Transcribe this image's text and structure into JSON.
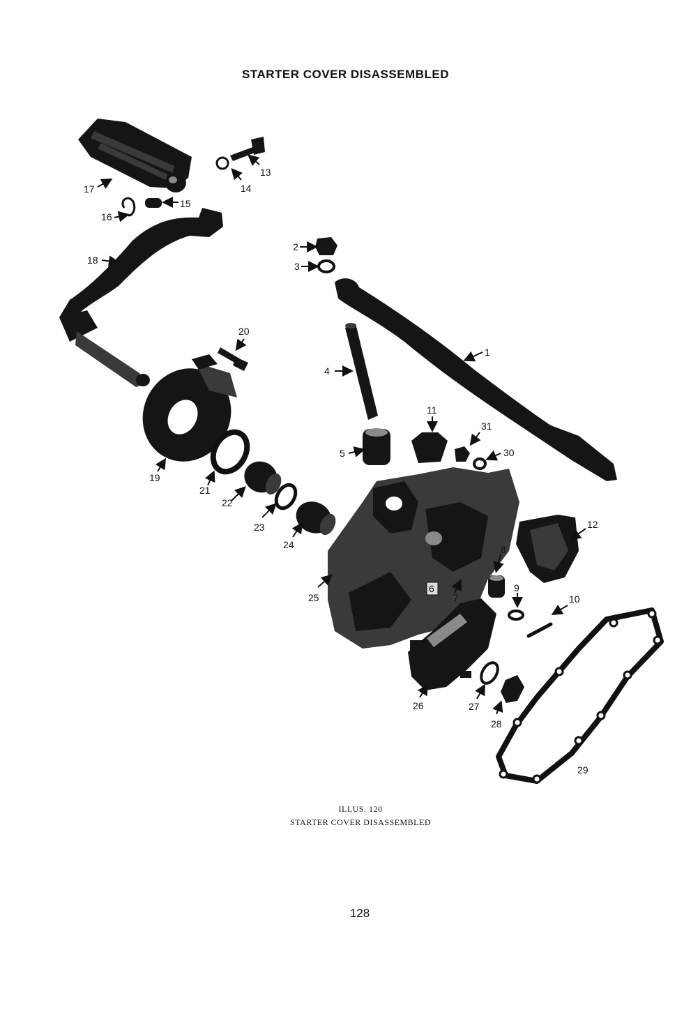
{
  "page": {
    "heading": "STARTER COVER DISASSEMBLED",
    "caption_line1": "ILLUS. 120",
    "caption_line2": "STARTER COVER DISASSEMBLED",
    "page_number": "128"
  },
  "callouts": {
    "c1": "1",
    "c2": "2",
    "c3": "3",
    "c4": "4",
    "c5": "5",
    "c6": "6",
    "c7": "7",
    "c8": "8",
    "c9": "9",
    "c10": "10",
    "c11": "11",
    "c12": "12",
    "c13": "13",
    "c14": "14",
    "c15": "15",
    "c16": "16",
    "c17": "17",
    "c18": "18",
    "c19": "19",
    "c20": "20",
    "c21": "21",
    "c22": "22",
    "c23": "23",
    "c24": "24",
    "c25": "25",
    "c26": "26",
    "c27": "27",
    "c28": "28",
    "c29": "29",
    "c30": "30",
    "c31": "31"
  }
}
